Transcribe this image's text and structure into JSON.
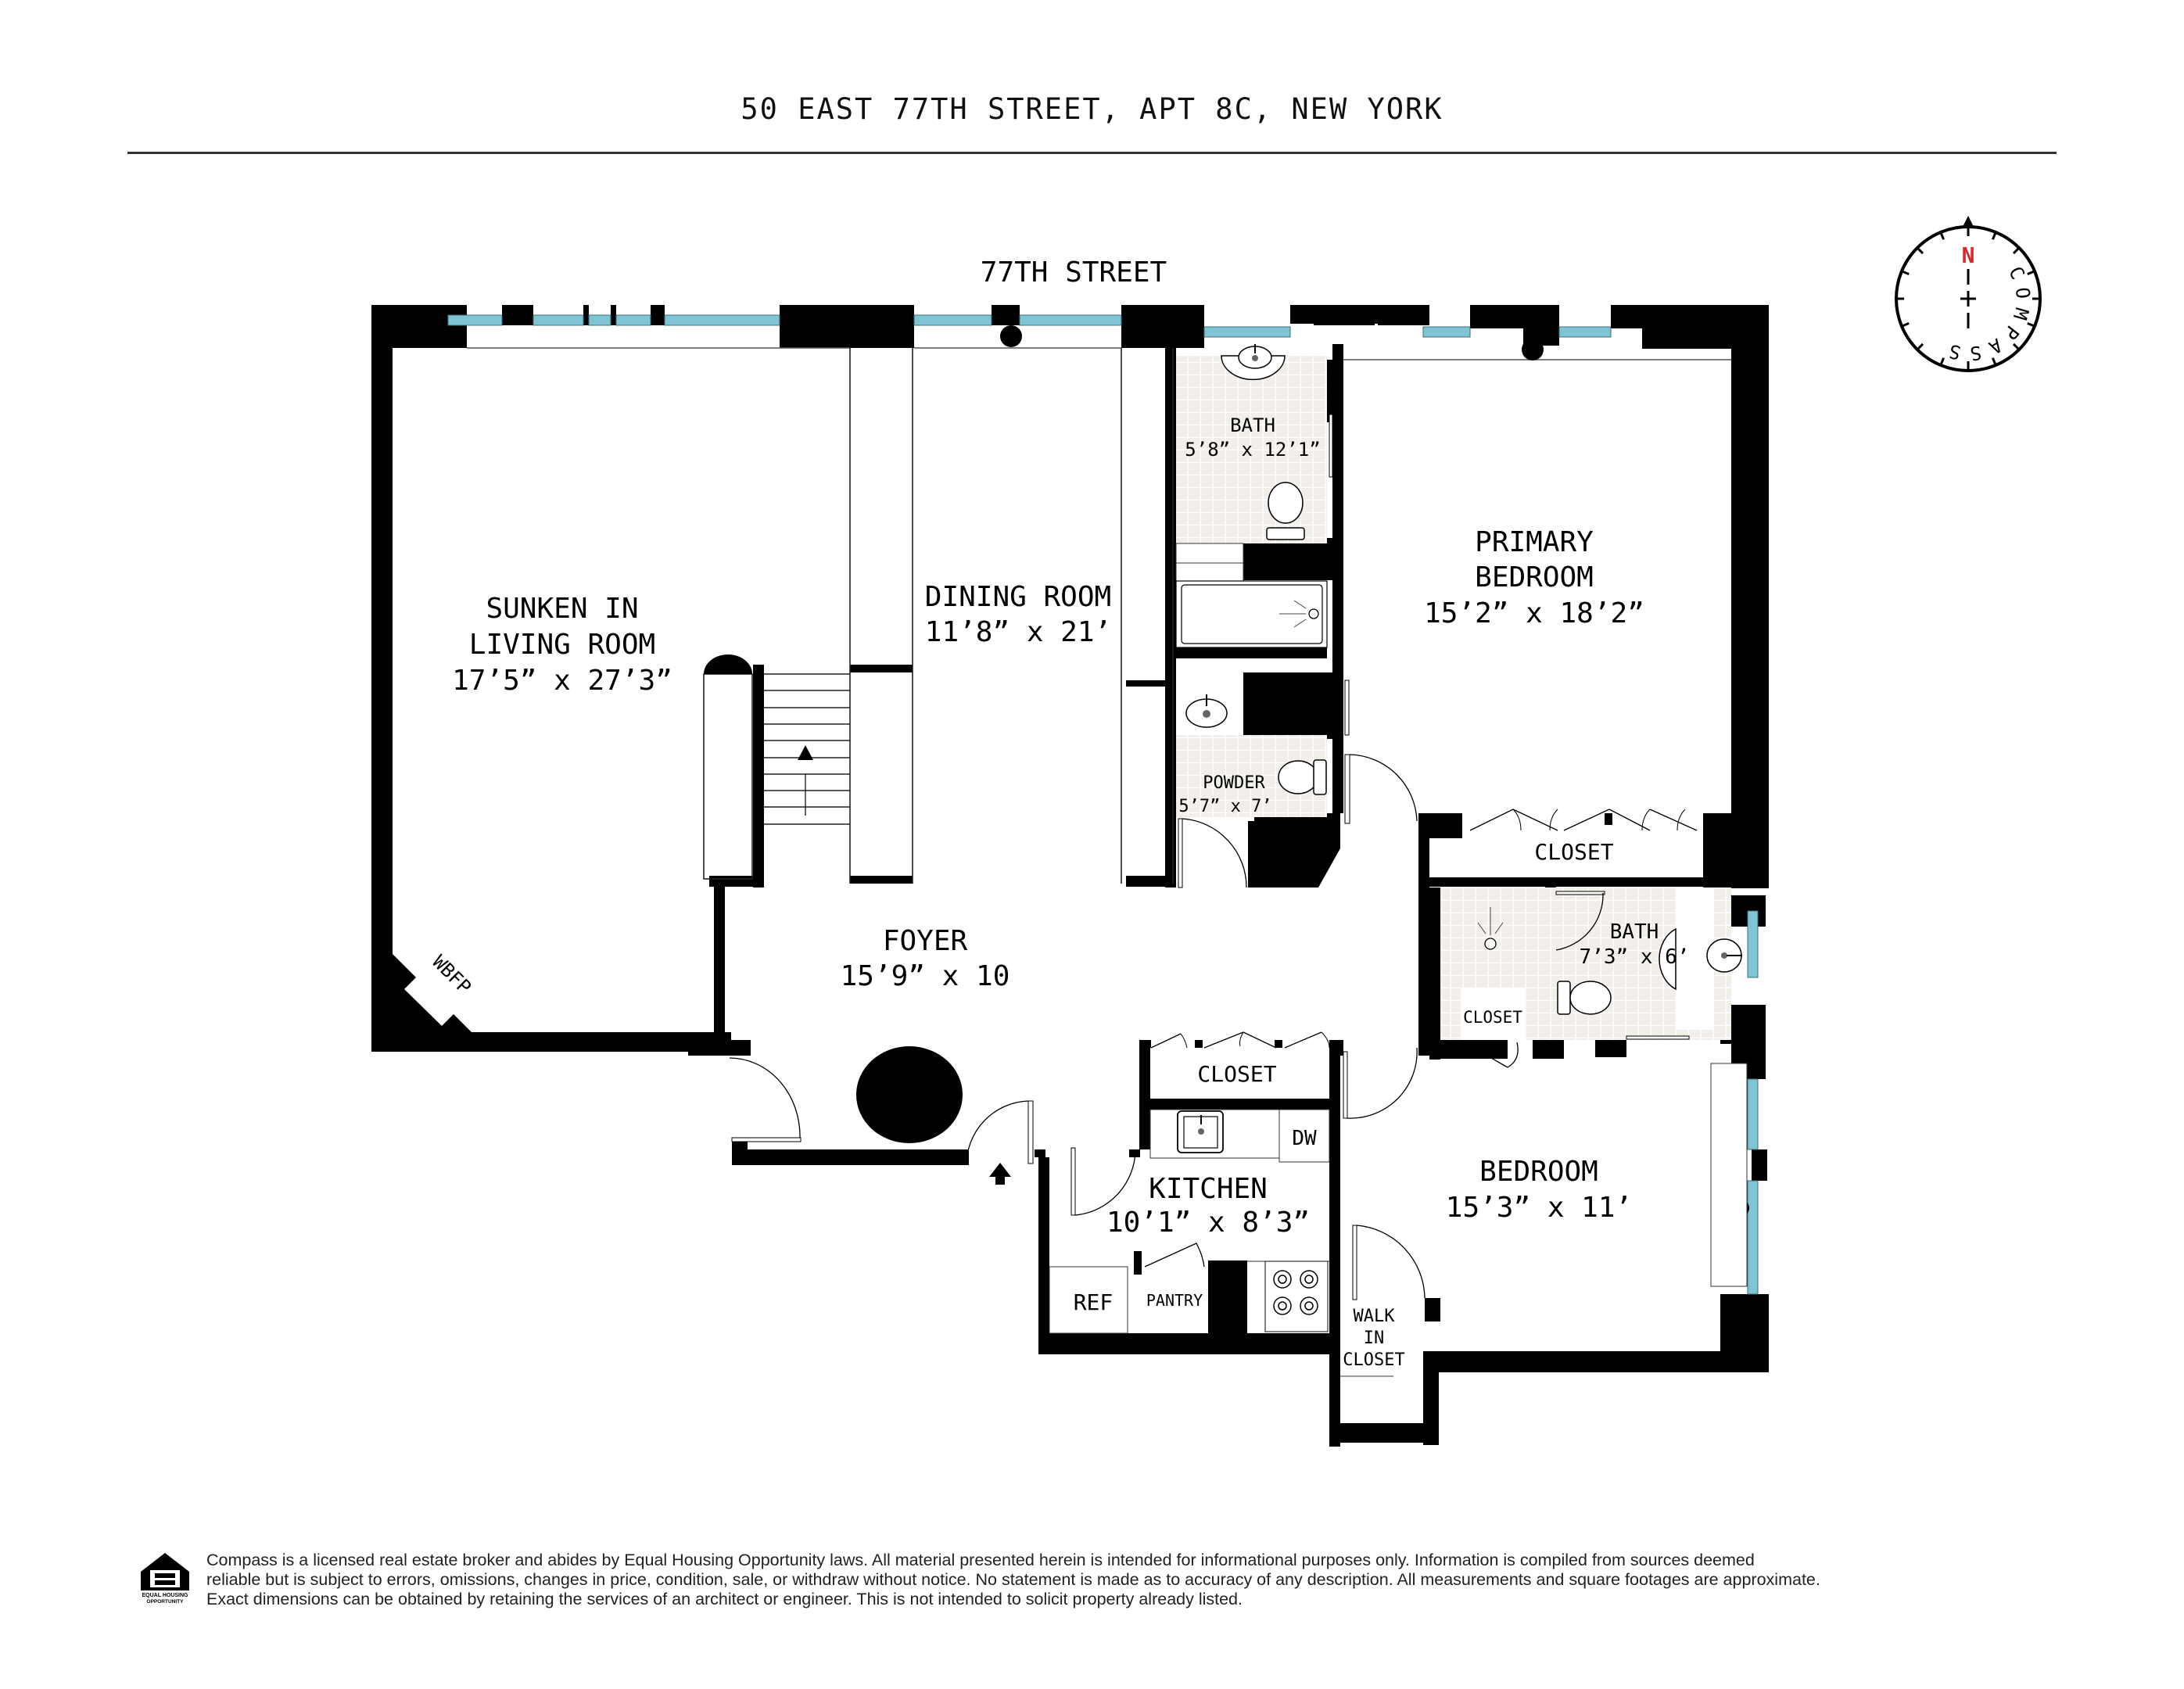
{
  "header": {
    "title": "50 EAST 77TH STREET, APT 8C, NEW YORK"
  },
  "plan": {
    "street_label": "77TH STREET",
    "colors": {
      "wall": "#000000",
      "window_glass": "#7fc4d4",
      "tile_floor": "#f2efea",
      "background": "#ffffff",
      "compass_north": "#d7262e"
    },
    "rooms": [
      {
        "id": "living",
        "name_line1": "SUNKEN IN",
        "name_line2": "LIVING ROOM",
        "dims": "17’5” x 27’3”"
      },
      {
        "id": "dining",
        "name": "DINING ROOM",
        "dims": "11’8” x 21’"
      },
      {
        "id": "bath1",
        "name": "BATH",
        "dims": "5’8” x 12’1”"
      },
      {
        "id": "primary",
        "name_line1": "PRIMARY",
        "name_line2": "BEDROOM",
        "dims": "15’2” x 18’2”"
      },
      {
        "id": "powder",
        "name": "POWDER",
        "dims": "5’7” x 7’"
      },
      {
        "id": "foyer",
        "name": "FOYER",
        "dims": "15’9” x 10"
      },
      {
        "id": "bath2",
        "name": "BATH",
        "dims": "7’3” x 6’"
      },
      {
        "id": "kitchen",
        "name": "KITCHEN",
        "dims": "10’1” x 8’3”"
      },
      {
        "id": "bedroom",
        "name": "BEDROOM",
        "dims": "15’3” x 11’"
      }
    ],
    "fixtures": {
      "closet_primary": "CLOSET",
      "closet_bath": "CLOSET",
      "closet_foyer": "CLOSET",
      "walk_in_1": "WALK",
      "walk_in_2": "IN",
      "walk_in_3": "CLOSET",
      "dishwasher": "DW",
      "refrigerator": "REF",
      "pantry": "PANTRY",
      "fireplace": "WBFP"
    },
    "compass": {
      "north": "N",
      "ring_text": "COMPASS"
    }
  },
  "footer": {
    "logo_text_1": "EQUAL HOUSING",
    "logo_text_2": "OPPORTUNITY",
    "disclaimer_line1": "Compass is a licensed real estate broker and abides by Equal Housing Opportunity laws. All material presented herein is intended for informational purposes only. Information is compiled from sources deemed",
    "disclaimer_line2": "reliable but is subject to errors, omissions, changes in price, condition, sale, or withdraw without notice. No statement is made as to accuracy of any description. All measurements and square footages are approximate.",
    "disclaimer_line3": "Exact dimensions can be obtained by retaining the services of an architect or engineer. This is not intended to solicit property already listed."
  }
}
